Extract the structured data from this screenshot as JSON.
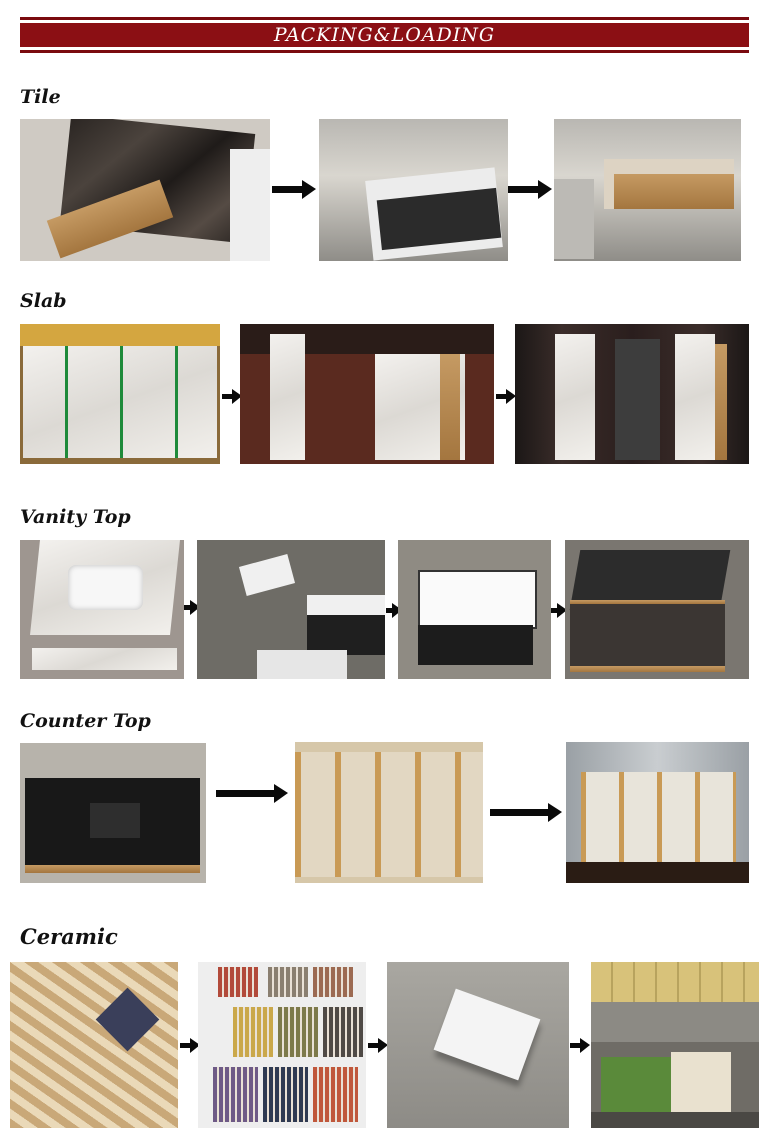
{
  "banner": {
    "title": "PACKING&LOADING"
  },
  "sections": [
    {
      "id": "tile",
      "title": "Tile"
    },
    {
      "id": "slab",
      "title": "Slab"
    },
    {
      "id": "vanity",
      "title": "Vanity Top"
    },
    {
      "id": "counter",
      "title": "Counter Top"
    },
    {
      "id": "ceramic",
      "title": "Ceramic"
    }
  ],
  "icons": {
    "arrow": "right-arrow-icon"
  },
  "colors": {
    "banner": "#8b0f14",
    "banner_text": "#ffffff",
    "arrow": "#0a0a0a"
  }
}
